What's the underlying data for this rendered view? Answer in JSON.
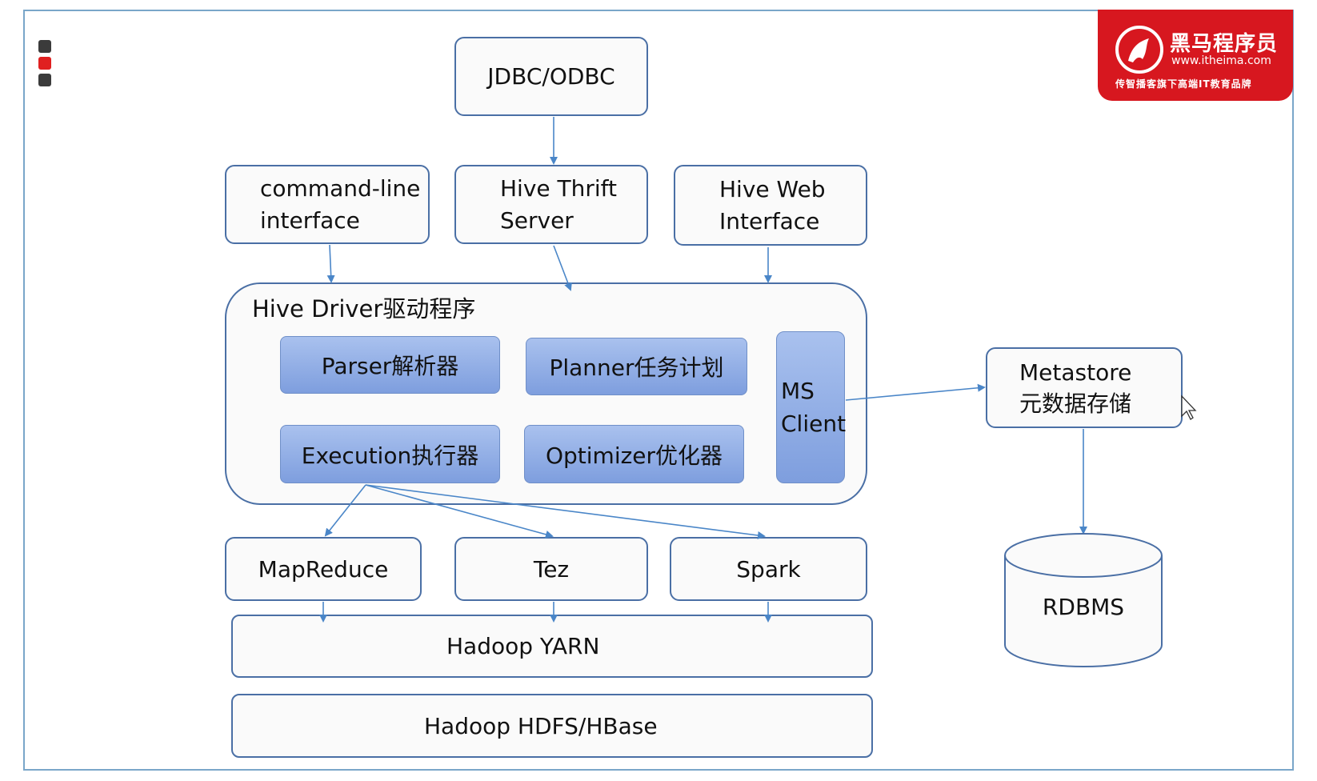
{
  "logo": {
    "title": "黑马程序员",
    "url": "www.itheima.com",
    "slogan": "传智播客旗下高端IT教育品牌"
  },
  "side_indicators": [
    "#3b3b3b",
    "#e02020",
    "#3b3b3b"
  ],
  "boxes": {
    "jdbc": "JDBC/ODBC",
    "cli_line1": "command-line",
    "cli_line2": "interface",
    "thrift_line1": "Hive Thrift",
    "thrift_line2": "Server",
    "web_line1": "Hive Web",
    "web_line2": "Interface",
    "metastore_line1": "Metastore",
    "metastore_line2": "元数据存储",
    "rdbms": "RDBMS",
    "mapreduce": "MapReduce",
    "tez": "Tez",
    "spark": "Spark",
    "yarn": "Hadoop YARN",
    "hdfs": "Hadoop HDFS/HBase"
  },
  "driver": {
    "title": "Hive Driver驱动程序",
    "parser": "Parser解析器",
    "planner": "Planner任务计划",
    "execution": "Execution执行器",
    "optimizer": "Optimizer优化器",
    "ms_line1": "MS",
    "ms_line2": "Client"
  },
  "colors": {
    "border": "#4a6fa5",
    "arrow": "#4a86c8",
    "component_fill": "#94afe6",
    "logo_red": "#d7171f"
  }
}
